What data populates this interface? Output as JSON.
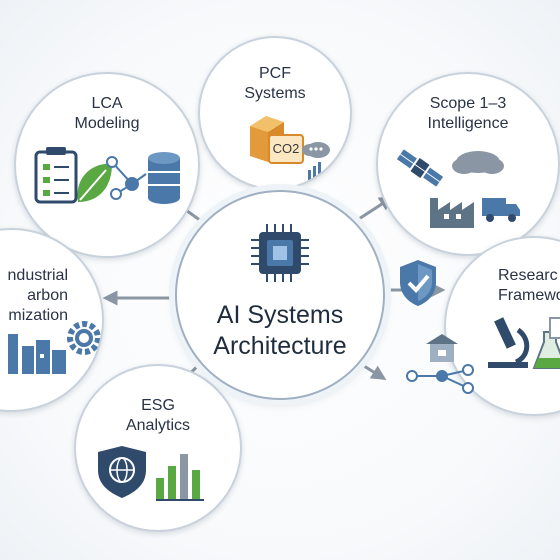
{
  "center": {
    "line1": "AI Systems",
    "line2": "Architecture"
  },
  "nodes": {
    "lca": {
      "line1": "LCA",
      "line2": "Modeling"
    },
    "pcf": {
      "line1": "PCF",
      "line2": "Systems",
      "badge": "CO2"
    },
    "scope": {
      "line1": "Scope 1–3",
      "line2": "Intelligence"
    },
    "industrial": {
      "line1": "ndustrial",
      "line2": "arbon",
      "line3": "mization"
    },
    "research": {
      "line1": "Researc",
      "line2": "Framewo"
    },
    "esg": {
      "line1": "ESG",
      "line2": "Analytics"
    }
  },
  "colors": {
    "navy": "#2f4a6b",
    "blue": "#4a78a8",
    "green": "#5aa842",
    "orange": "#e39a3a",
    "gray": "#8a96a3"
  }
}
